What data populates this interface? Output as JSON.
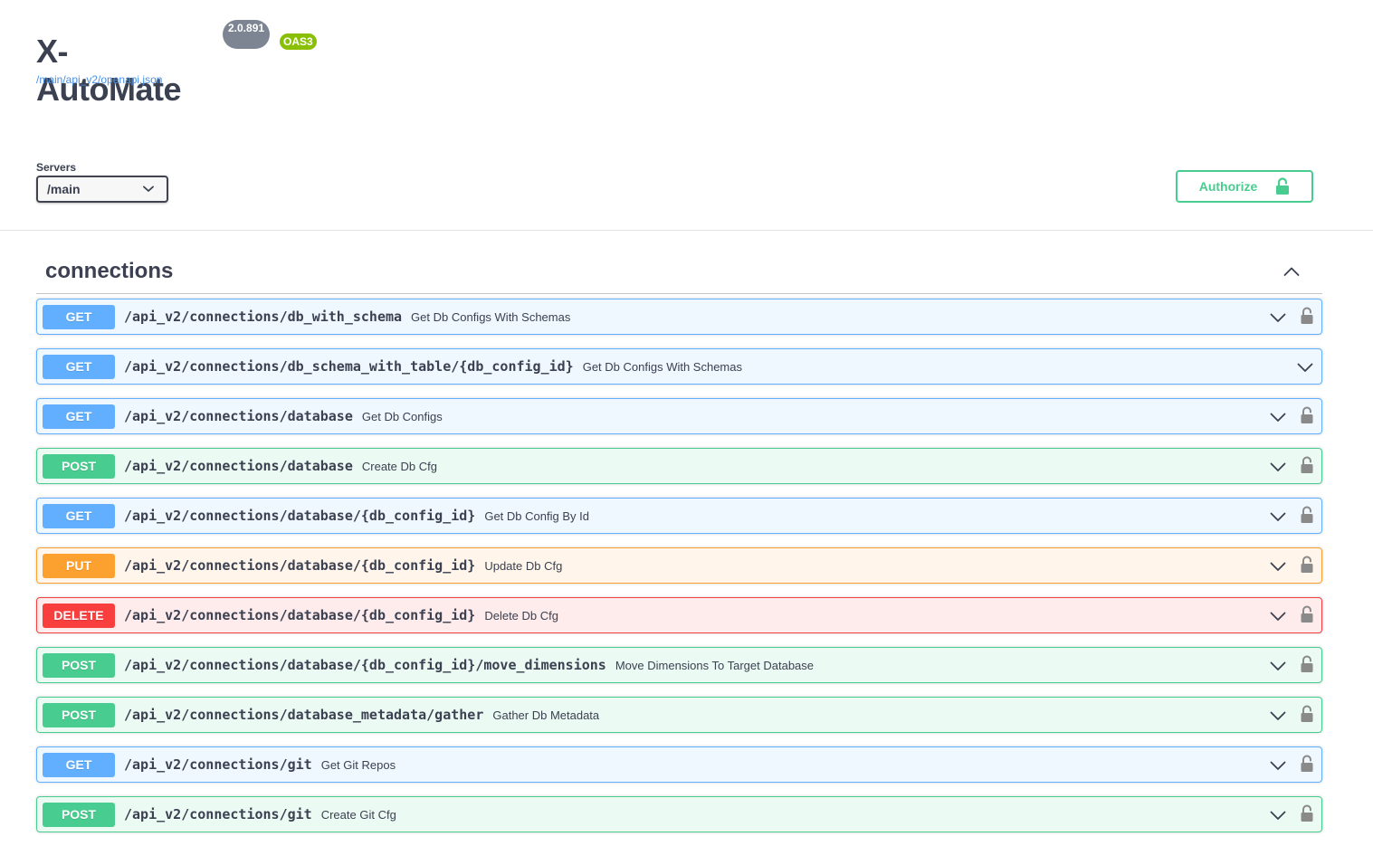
{
  "info": {
    "title": "X-AutoMate",
    "version": "2.0.891",
    "oas": "OAS3",
    "spec_link": "/main/api_v2/openapi.json"
  },
  "servers": {
    "label": "Servers",
    "selected": "/main"
  },
  "authorize": {
    "label": "Authorize",
    "icon": "unlock-icon"
  },
  "tag": {
    "name": "connections",
    "expanded": true
  },
  "colors": {
    "get": "#61affe",
    "post": "#49cc90",
    "put": "#fca130",
    "delete": "#f93e3e"
  },
  "operations": [
    {
      "method": "GET",
      "path": "/api_v2/connections/db_with_schema",
      "summary": "Get Db Configs With Schemas",
      "locked": true
    },
    {
      "method": "GET",
      "path": "/api_v2/connections/db_schema_with_table/{db_config_id}",
      "summary": "Get Db Configs With Schemas",
      "locked": false
    },
    {
      "method": "GET",
      "path": "/api_v2/connections/database",
      "summary": "Get Db Configs",
      "locked": true
    },
    {
      "method": "POST",
      "path": "/api_v2/connections/database",
      "summary": "Create Db Cfg",
      "locked": true
    },
    {
      "method": "GET",
      "path": "/api_v2/connections/database/{db_config_id}",
      "summary": "Get Db Config By Id",
      "locked": true
    },
    {
      "method": "PUT",
      "path": "/api_v2/connections/database/{db_config_id}",
      "summary": "Update Db Cfg",
      "locked": true
    },
    {
      "method": "DELETE",
      "path": "/api_v2/connections/database/{db_config_id}",
      "summary": "Delete Db Cfg",
      "locked": true
    },
    {
      "method": "POST",
      "path": "/api_v2/connections/database/{db_config_id}/move_dimensions",
      "summary": "Move Dimensions To Target Database",
      "locked": true
    },
    {
      "method": "POST",
      "path": "/api_v2/connections/database_metadata/gather",
      "summary": "Gather Db Metadata",
      "locked": true
    },
    {
      "method": "GET",
      "path": "/api_v2/connections/git",
      "summary": "Get Git Repos",
      "locked": true
    },
    {
      "method": "POST",
      "path": "/api_v2/connections/git",
      "summary": "Create Git Cfg",
      "locked": true
    }
  ]
}
